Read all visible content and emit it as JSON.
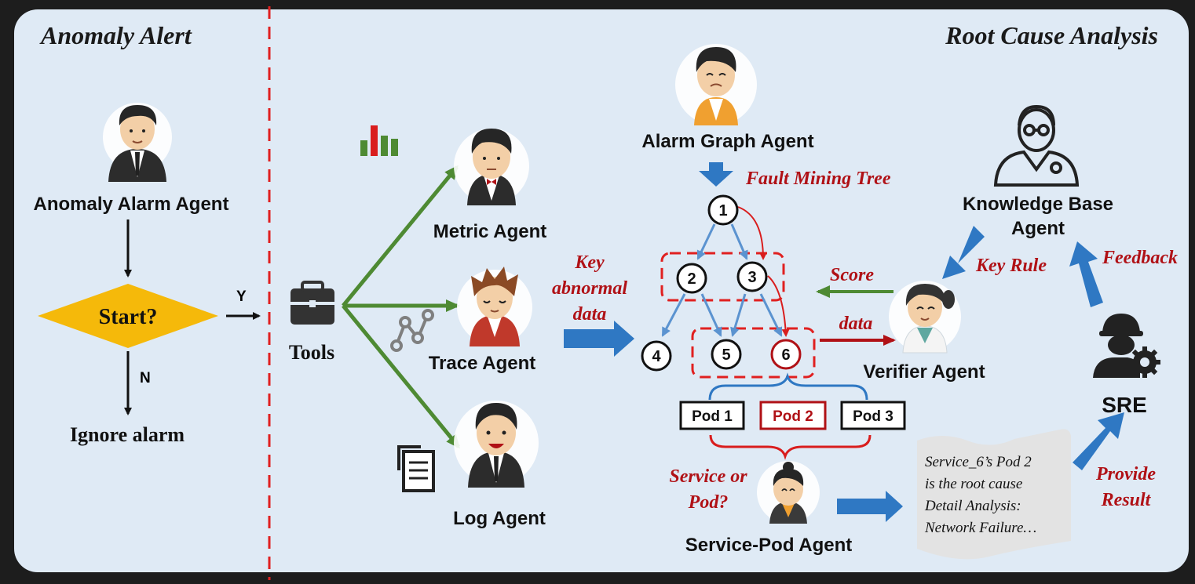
{
  "sections": {
    "left_title": "Anomaly Alert",
    "right_title": "Root Cause Analysis"
  },
  "anomaly": {
    "agent": "Anomaly Alarm Agent",
    "decision": "Start?",
    "yes": "Y",
    "no": "N",
    "ignore": "Ignore alarm"
  },
  "tools": {
    "label": "Tools"
  },
  "agents": {
    "metric": "Metric Agent",
    "trace": "Trace Agent",
    "log": "Log Agent",
    "alarm_graph": "Alarm Graph Agent",
    "knowledge_base_line1": "Knowledge Base",
    "knowledge_base_line2": "Agent",
    "verifier": "Verifier Agent",
    "service_pod": "Service-Pod Agent",
    "sre": "SRE"
  },
  "annotations": {
    "key_abnormal_1": "Key",
    "key_abnormal_2": "abnormal",
    "key_abnormal_3": "data",
    "fault_mining_tree": "Fault Mining Tree",
    "score": "Score",
    "data": "data",
    "key_rule": "Key Rule",
    "feedback": "Feedback",
    "service_or_pod_1": "Service or",
    "service_or_pod_2": "Pod?",
    "provide_result_1": "Provide",
    "provide_result_2": "Result"
  },
  "tree_nodes": [
    "1",
    "2",
    "3",
    "4",
    "5",
    "6"
  ],
  "pods": [
    "Pod 1",
    "Pod 2",
    "Pod 3"
  ],
  "result": {
    "line1": "Service_6’s Pod 2",
    "line2": "is the root cause",
    "line3": "Detail Analysis:",
    "line4": "Network Failure…"
  },
  "colors": {
    "panel": "#dfeaf5",
    "decision": "#f5b90a",
    "green": "#4e8a33",
    "blue": "#2f78c3",
    "red": "#b01116",
    "dash": "#e02020"
  }
}
